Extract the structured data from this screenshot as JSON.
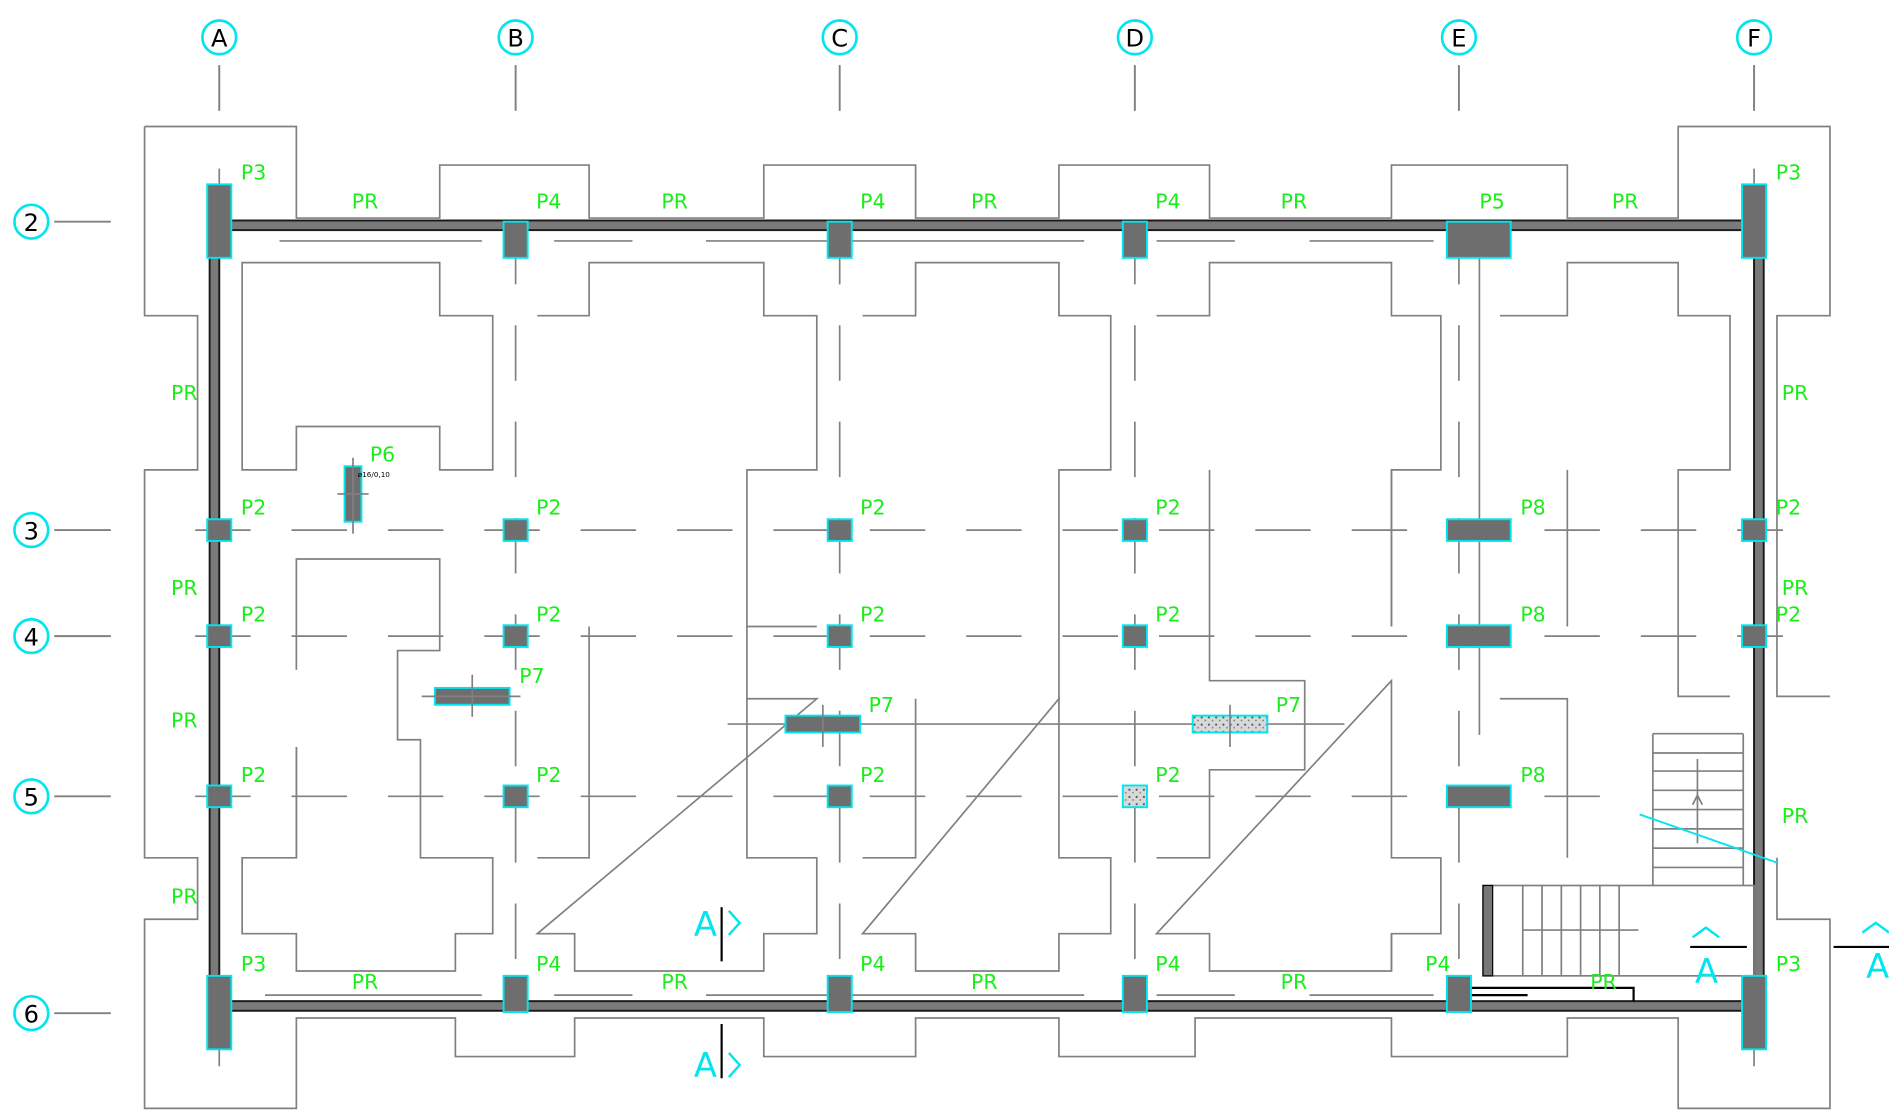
{
  "grid": {
    "columns": [
      "A",
      "B",
      "C",
      "D",
      "E",
      "F"
    ],
    "rows": [
      "2",
      "3",
      "4",
      "5",
      "6"
    ]
  },
  "labels": {
    "p2": "P2",
    "p3": "P3",
    "p4": "P4",
    "p5": "P5",
    "p6": "P6",
    "p7": "P7",
    "p8": "P8",
    "pr": "PR",
    "p6_note": "ø16/0,10"
  },
  "section_marker": "A",
  "colors": {
    "axis_bubble": "#00e5ee",
    "labels": "#1aee1a",
    "columns_fill": "#6e6e6e",
    "footing_outline": "#808080"
  }
}
